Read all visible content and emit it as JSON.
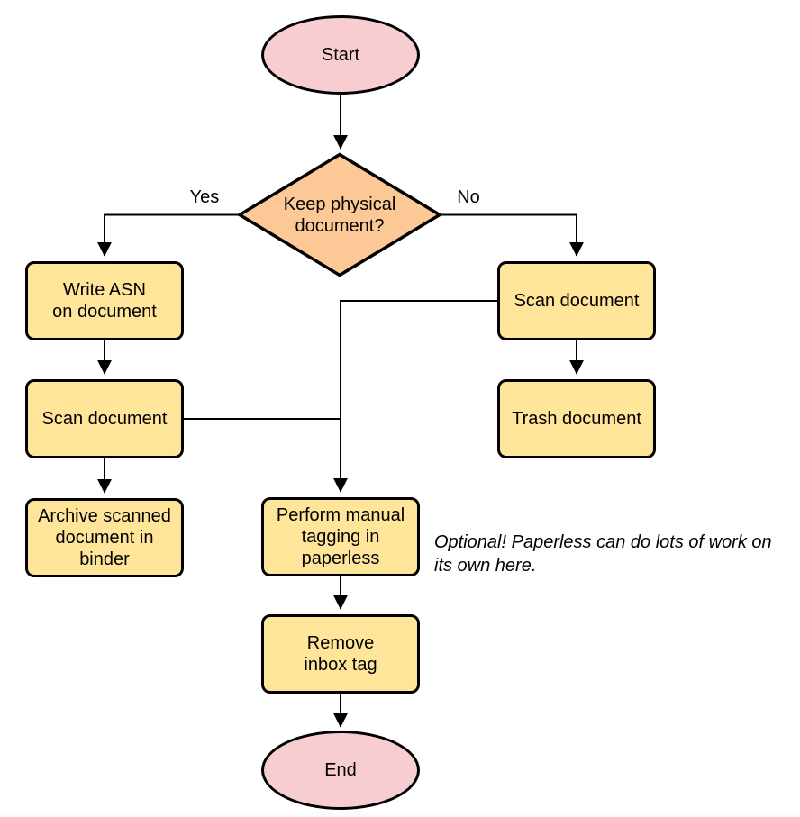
{
  "diagram": {
    "type": "flowchart",
    "subject": "Paperless document intake workflow"
  },
  "colors": {
    "terminator_fill": "#F8CDD2",
    "decision_fill": "#FBC896",
    "process_fill": "#FFE599",
    "stroke": "#000000",
    "background": "#FFFFFF"
  },
  "nodes": {
    "start": {
      "label": "Start",
      "type": "terminator"
    },
    "decision": {
      "label": "Keep physical\ndocument?",
      "type": "decision"
    },
    "write_asn": {
      "label": "Write ASN\non document",
      "type": "process"
    },
    "scan_left": {
      "label": "Scan document",
      "type": "process"
    },
    "archive": {
      "label": "Archive scanned\ndocument in\nbinder",
      "type": "process"
    },
    "scan_right": {
      "label": "Scan document",
      "type": "process"
    },
    "trash": {
      "label": "Trash document",
      "type": "process"
    },
    "tagging": {
      "label": "Perform manual\ntagging in\npaperless",
      "type": "process"
    },
    "remove_inbox": {
      "label": "Remove\ninbox tag",
      "type": "process"
    },
    "end": {
      "label": "End",
      "type": "terminator"
    }
  },
  "edge_labels": {
    "yes": "Yes",
    "no": "No"
  },
  "annotation": {
    "text": "Optional! Paperless can do lots of work on\nits own here."
  }
}
